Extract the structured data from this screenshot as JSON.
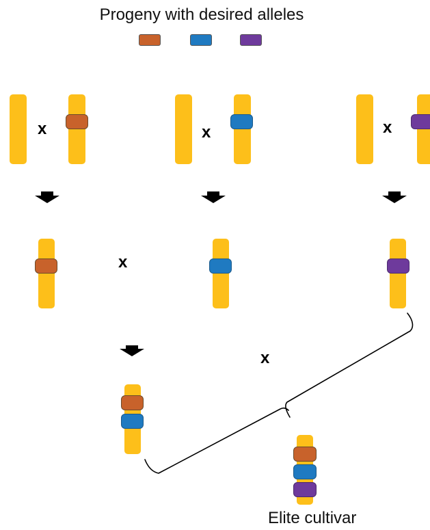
{
  "title": "Progeny with desired alleles",
  "caption": "Elite cultivar",
  "cross_symbol": "x",
  "colors": {
    "chromosome": "#FDBF1A",
    "allele_1": "#C8622B",
    "allele_2": "#1F7AC1",
    "allele_3": "#6E3A9C",
    "arrow": "#000000",
    "bracket": "#000000"
  },
  "legend": [
    {
      "color": "#C8622B"
    },
    {
      "color": "#1F7AC1"
    },
    {
      "color": "#6E3A9C"
    }
  ]
}
